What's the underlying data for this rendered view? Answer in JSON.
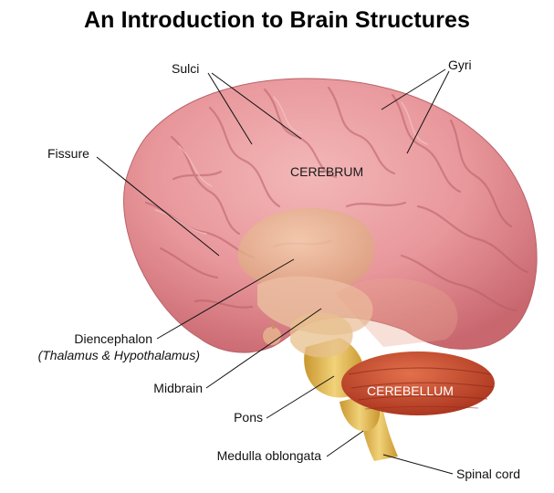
{
  "title": "An Introduction to Brain Structures",
  "labels": {
    "sulci": "Sulci",
    "gyri": "Gyri",
    "fissure": "Fissure",
    "cerebrum": "CEREBRUM",
    "diencephalon": "Diencephalon",
    "diencephalon_sub": "(Thalamus & Hypothalamus)",
    "midbrain": "Midbrain",
    "pons": "Pons",
    "cerebellum": "CEREBELLUM",
    "medulla": "Medulla oblongata",
    "spinal_cord": "Spinal cord"
  },
  "colors": {
    "cerebrum": "#e8979b",
    "cerebrum_dark": "#c9676f",
    "deep_structures": "#e9b98e",
    "brainstem": "#e3bd55",
    "cerebellum": "#cc4a2b",
    "leader_lines": "#111111"
  }
}
